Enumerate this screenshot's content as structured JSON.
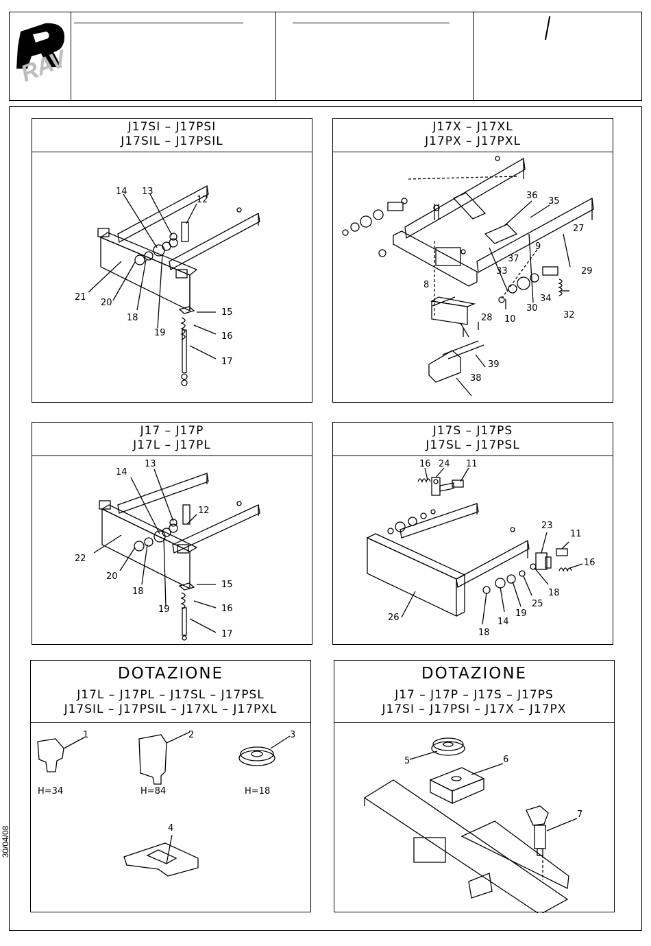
{
  "logo": {
    "text": "RAV"
  },
  "date_stamp": "30/04/08",
  "header": {
    "slash": "/"
  },
  "panels": [
    {
      "id": "p1",
      "lines": [
        "J17SI – J17PSI",
        "J17SIL – J17PSIL"
      ],
      "callouts": [
        "14",
        "13",
        "12",
        "21",
        "20",
        "18",
        "19",
        "15",
        "16",
        "17"
      ]
    },
    {
      "id": "p2",
      "lines": [
        "J17X – J17XL",
        "J17PX – J17PXL"
      ],
      "callouts": [
        "36",
        "35",
        "27",
        "9",
        "37",
        "8",
        "33",
        "29",
        "34",
        "30",
        "10",
        "32",
        "28",
        "39",
        "38"
      ]
    },
    {
      "id": "p3",
      "lines": [
        "J17 – J17P",
        "J17L – J17PL"
      ],
      "callouts": [
        "13",
        "14",
        "12",
        "22",
        "20",
        "18",
        "19",
        "15",
        "16",
        "17"
      ]
    },
    {
      "id": "p4",
      "lines": [
        "J17S – J17PS",
        "J17SL – J17PSL"
      ],
      "callouts": [
        "16",
        "24",
        "11",
        "23",
        "11",
        "16",
        "18",
        "25",
        "19",
        "14",
        "18",
        "26"
      ]
    },
    {
      "id": "p5",
      "heading": "DOTAZIONE",
      "lines": [
        "J17L – J17PL – J17SL – J17PSL",
        "J17SIL – J17PSIL – J17XL – J17PXL"
      ],
      "callouts": [
        "1",
        "2",
        "3",
        "4"
      ],
      "heights": [
        "H=34",
        "H=84",
        "H=18"
      ]
    },
    {
      "id": "p6",
      "heading": "DOTAZIONE",
      "lines": [
        "J17 – J17P – J17S – J17PS",
        "J17SI – J17PSI – J17X – J17PX"
      ],
      "callouts": [
        "5",
        "6",
        "7"
      ]
    }
  ]
}
